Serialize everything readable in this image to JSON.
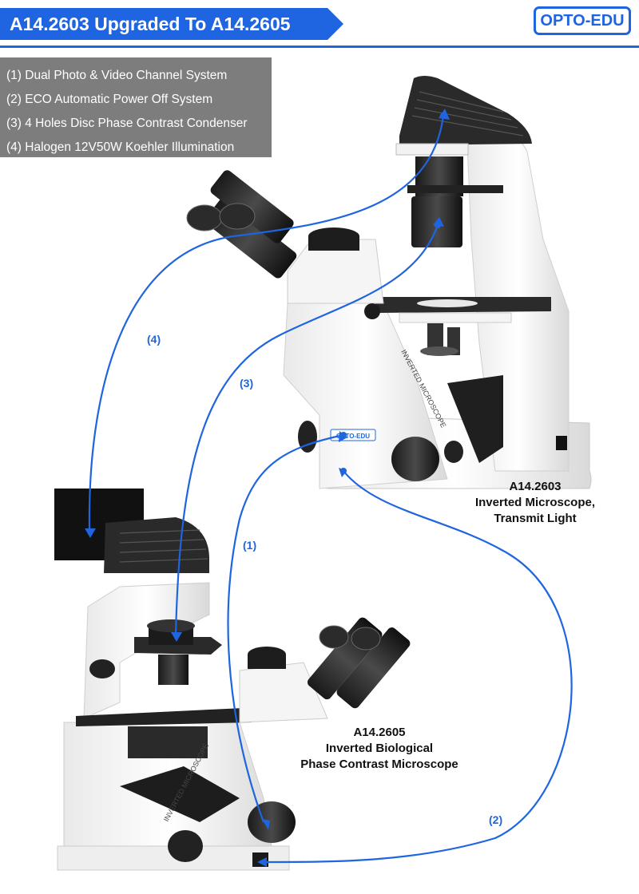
{
  "header": {
    "title": "A14.2603 Upgraded To A14.2605",
    "logo_text": "OPTO-EDU",
    "accent_color": "#1f64e0"
  },
  "features": [
    "(1) Dual Photo & Video Channel System",
    "(2) ECO Automatic Power Off System",
    "(3) 4 Holes Disc Phase Contrast Condenser",
    "(4) Halogen 12V50W Koehler Illumination"
  ],
  "connections": [
    {
      "label": "(1)"
    },
    {
      "label": "(2)"
    },
    {
      "label": "(3)"
    },
    {
      "label": "(4)"
    }
  ],
  "microscopes": {
    "top": {
      "model": "A14.2603",
      "name_line1": "Inverted Microscope,",
      "name_line2": "Transmit Light",
      "side_text": "INVERTED MICROSCOPE",
      "badge": "OPTO-EDU"
    },
    "bottom": {
      "model": "A14.2605",
      "name_line1": "Inverted Biological",
      "name_line2": "Phase Contrast Microscope",
      "side_text": "INVERTED MICROSCOPE"
    }
  }
}
